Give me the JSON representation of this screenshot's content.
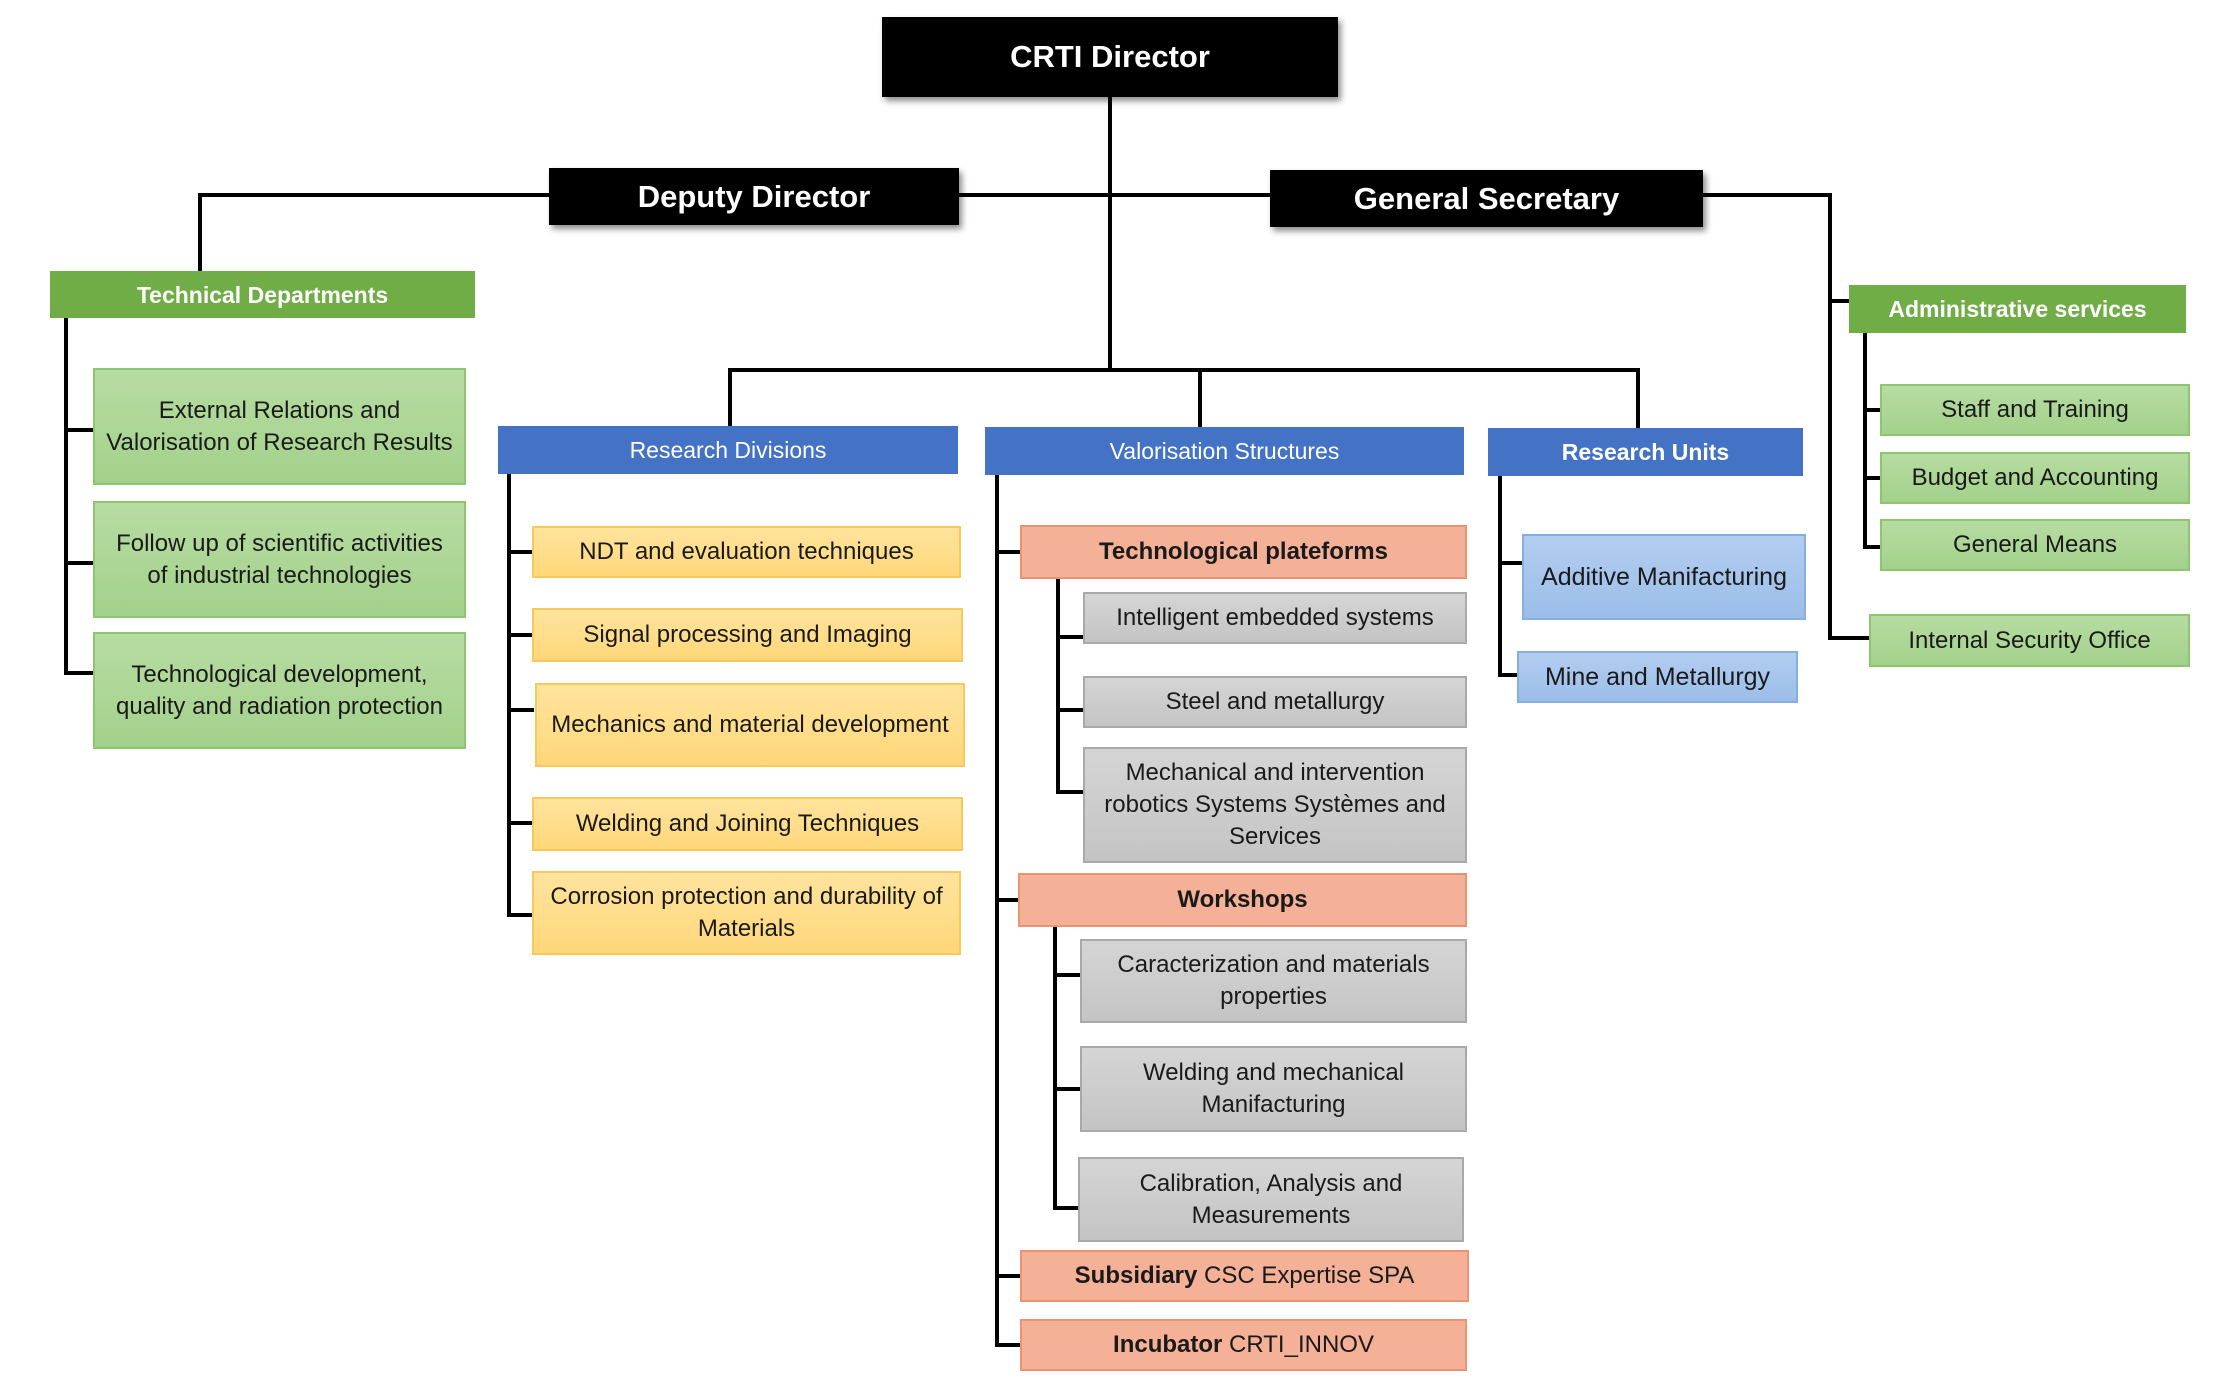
{
  "top": {
    "director": "CRTI Director",
    "deputy": "Deputy Director",
    "secretary": "General Secretary"
  },
  "technical_departments": {
    "header": "Technical Departments",
    "items": [
      "External Relations and Valorisation of Research Results",
      "Follow up of scientific activities of industrial technologies",
      "Technological development, quality and radiation protection"
    ]
  },
  "research_divisions": {
    "header": "Research Divisions",
    "items": [
      "NDT and evaluation techniques",
      "Signal processing and Imaging",
      "Mechanics and material development",
      "Welding and Joining Techniques",
      "Corrosion protection and durability of Materials"
    ]
  },
  "valorisation": {
    "header": "Valorisation Structures",
    "platforms": {
      "header": "Technological plateforms",
      "items": [
        "Intelligent embedded systems",
        "Steel and metallurgy",
        "Mechanical and intervention robotics Systems Systèmes and Services"
      ]
    },
    "workshops": {
      "header": "Workshops",
      "items": [
        "Caracterization and materials properties",
        "Welding and mechanical Manifacturing",
        "Calibration, Analysis and Measurements"
      ]
    },
    "subsidiary": {
      "bold": "Subsidiary",
      "rest": " CSC Expertise SPA"
    },
    "incubator": {
      "bold": "Incubator",
      "rest": " CRTI_INNOV"
    }
  },
  "research_units": {
    "header": "Research Units",
    "items": [
      "Additive Manifacturing",
      "Mine and Metallurgy"
    ]
  },
  "administrative": {
    "header": "Administrative services",
    "items": [
      "Staff and Training",
      "Budget and Accounting",
      "General Means"
    ],
    "security": "Internal Security Office"
  },
  "colors": {
    "black": "#000000",
    "green_header": "#70ad47",
    "green_light": "#a9d18e",
    "blue_header": "#4472c4",
    "blue_light": "#9dc3e6",
    "yellow": "#ffd966",
    "salmon": "#f4b183",
    "grey": "#c9c9c9"
  }
}
